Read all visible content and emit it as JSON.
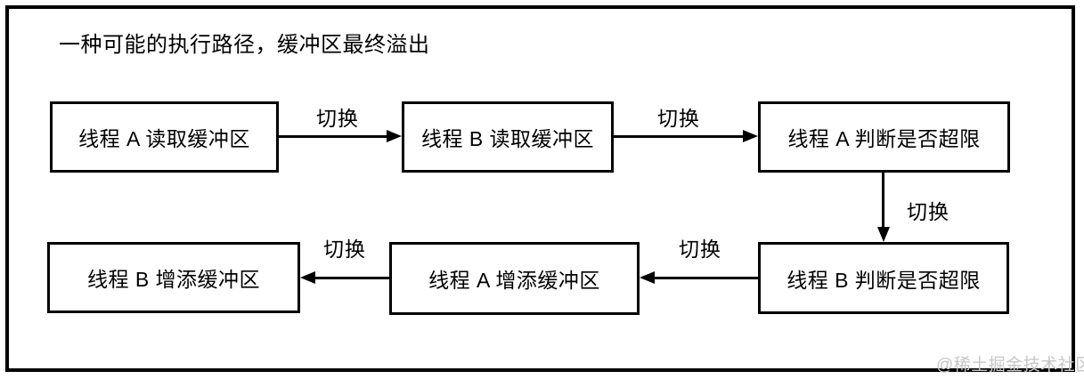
{
  "diagram": {
    "title": "一种可能的执行路径，缓冲区最终溢出",
    "watermark": "@稀土掘金技术社区",
    "type": "flowchart",
    "nodes": [
      {
        "id": "thread-a-read",
        "label": "线程 A 读取缓冲区",
        "row": "top",
        "col": 1
      },
      {
        "id": "thread-b-read",
        "label": "线程 B 读取缓冲区",
        "row": "top",
        "col": 2
      },
      {
        "id": "thread-a-check",
        "label": "线程 A 判断是否超限",
        "row": "top",
        "col": 3
      },
      {
        "id": "thread-b-check",
        "label": "线程 B 判断是否超限",
        "row": "bottom",
        "col": 3
      },
      {
        "id": "thread-a-append",
        "label": "线程 A 增添缓冲区",
        "row": "bottom",
        "col": 2
      },
      {
        "id": "thread-b-append",
        "label": "线程 B 增添缓冲区",
        "row": "bottom",
        "col": 1
      }
    ],
    "edges": [
      {
        "from": "thread-a-read",
        "to": "thread-b-read",
        "label": "切换",
        "direction": "right"
      },
      {
        "from": "thread-b-read",
        "to": "thread-a-check",
        "label": "切换",
        "direction": "right"
      },
      {
        "from": "thread-a-check",
        "to": "thread-b-check",
        "label": "切换",
        "direction": "down"
      },
      {
        "from": "thread-b-check",
        "to": "thread-a-append",
        "label": "切换",
        "direction": "left"
      },
      {
        "from": "thread-a-append",
        "to": "thread-b-append",
        "label": "切换",
        "direction": "left"
      }
    ],
    "colors": {
      "stroke": "#000000",
      "background": "#ffffff",
      "text": "#000000",
      "watermark": "#c7c7c7"
    }
  }
}
